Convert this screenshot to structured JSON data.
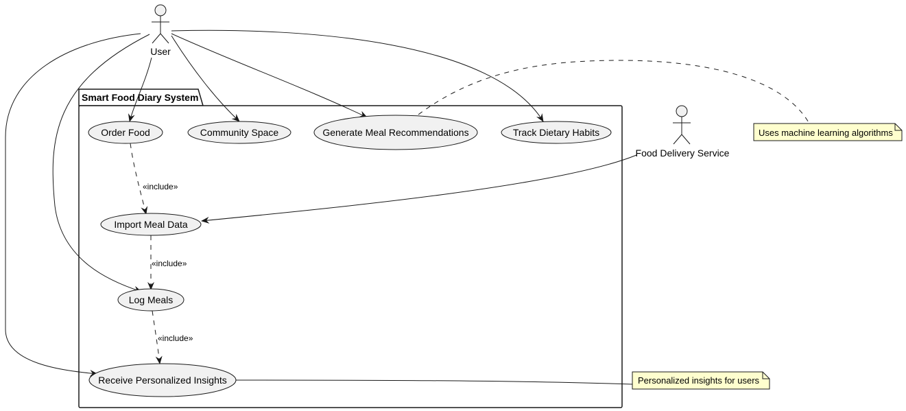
{
  "package": {
    "title": "Smart Food Diary System"
  },
  "actors": {
    "user": "User",
    "delivery": "Food Delivery Service"
  },
  "use_cases": {
    "order_food": "Order Food",
    "community": "Community Space",
    "generate": "Generate Meal Recommendations",
    "track": "Track Dietary Habits",
    "import": "Import Meal Data",
    "log": "Log Meals",
    "insights": "Receive Personalized Insights"
  },
  "relations": {
    "include_1": "«include»",
    "include_2": "«include»",
    "include_3": "«include»"
  },
  "notes": {
    "ml": "Uses machine learning algorithms",
    "insights": "Personalized insights for users"
  },
  "colors": {
    "usecase_fill": "#f1f1f1",
    "note_fill": "#fefece",
    "line": "#181818"
  }
}
